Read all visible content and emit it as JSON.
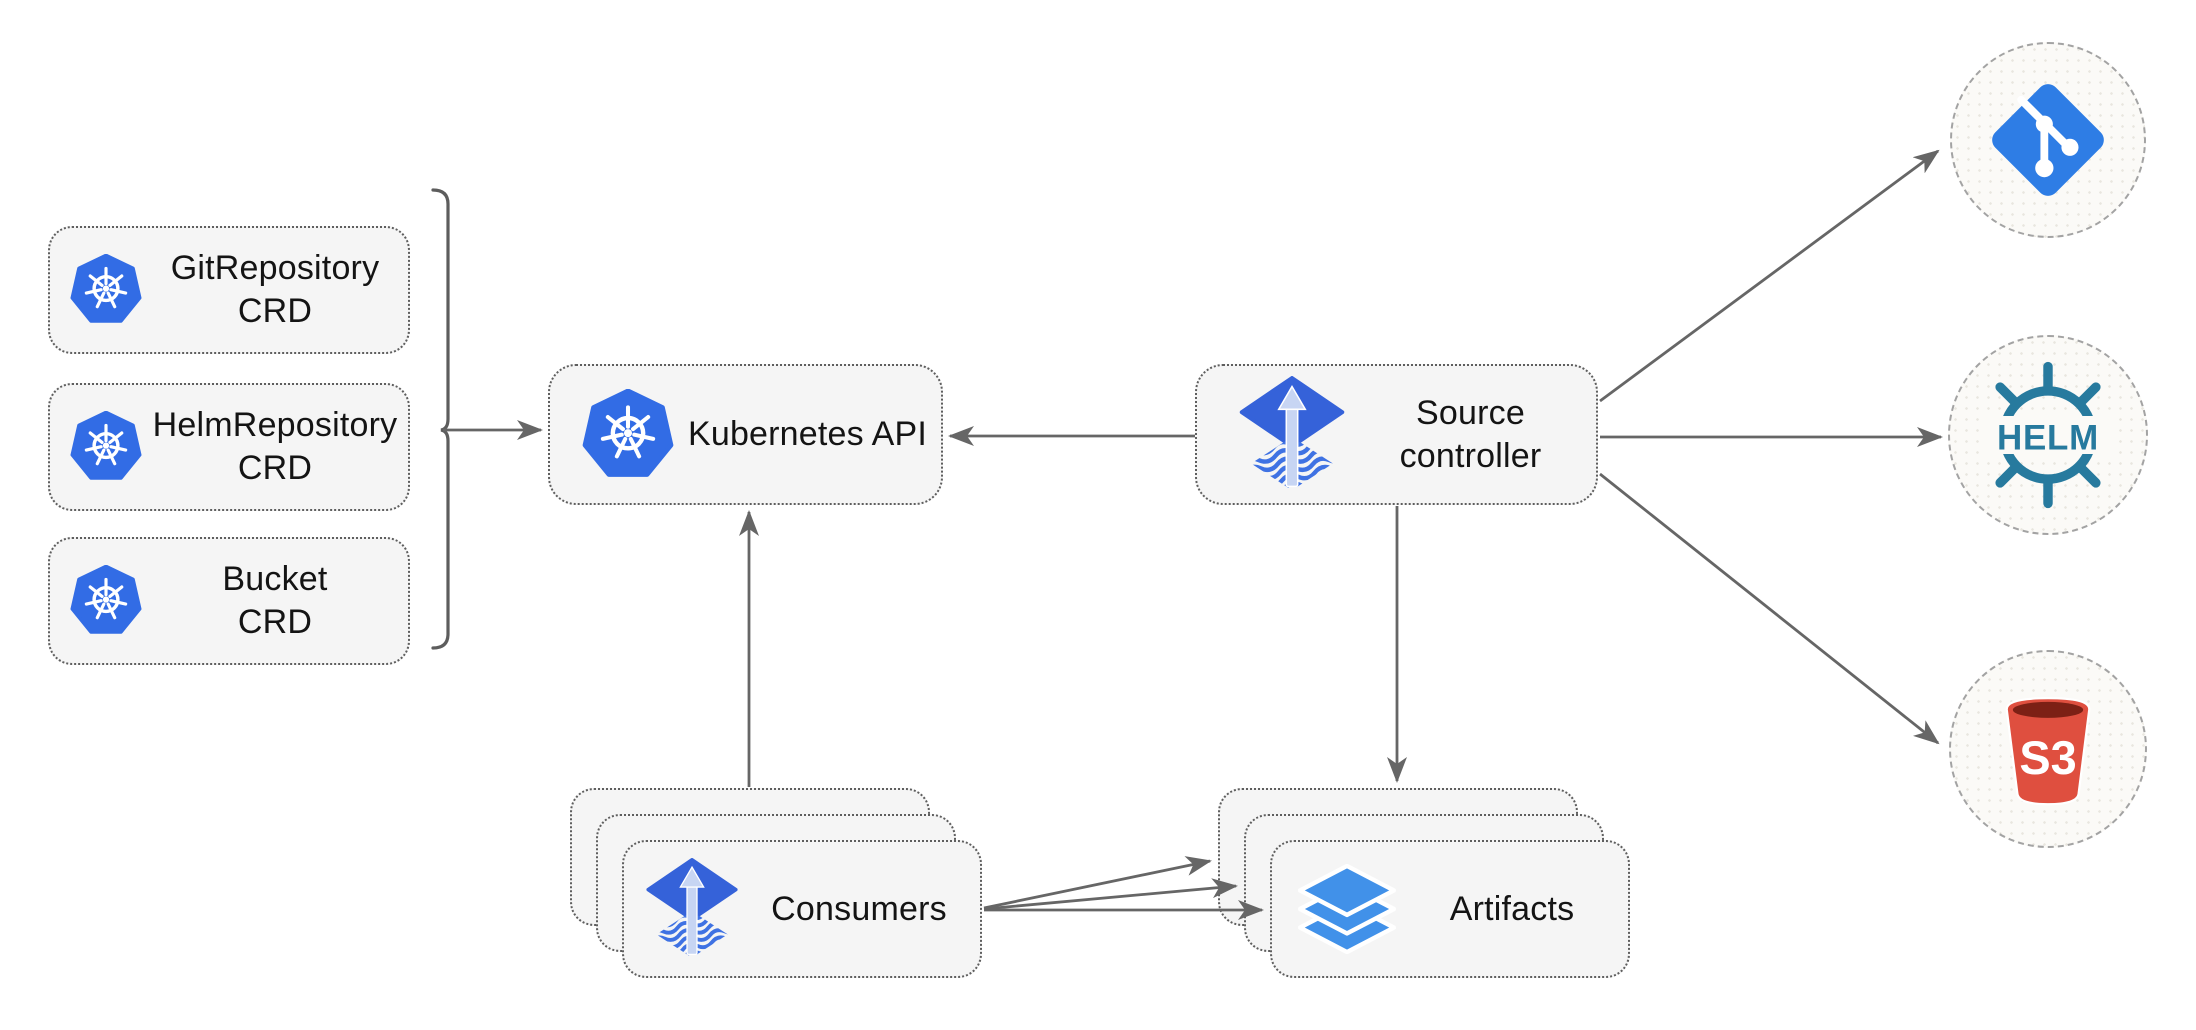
{
  "colors": {
    "background": "#ffffff",
    "node_fill": "#f5f5f5",
    "node_border": "#5e5e5e",
    "provider_fill": "#fbfaf7",
    "provider_border": "#a3a3a3",
    "arrow": "#666666",
    "text": "#141414",
    "kubernetes_blue": "#326ce5",
    "flux_blue": "#3562d9",
    "flux_arrow_light": "#c7d5f3",
    "layers_blue": "#4191e9",
    "git_blue": "#2e7de5",
    "helm_teal": "#277a9e",
    "s3_red": "#df4f3f",
    "s3_opening_dark": "#7c2015"
  },
  "nodes": {
    "crds": [
      {
        "line1": "GitRepository",
        "line2": "CRD",
        "icon": "kubernetes-icon"
      },
      {
        "line1": "HelmRepository",
        "line2": "CRD",
        "icon": "kubernetes-icon"
      },
      {
        "line1": "Bucket",
        "line2": "CRD",
        "icon": "kubernetes-icon"
      }
    ],
    "kubernetes_api": {
      "label": "Kubernetes API",
      "icon": "kubernetes-icon"
    },
    "source_controller": {
      "line1": "Source",
      "line2": "controller",
      "icon": "flux-icon"
    },
    "consumers": {
      "label": "Consumers",
      "icon": "flux-icon",
      "stack_count": 3
    },
    "artifacts": {
      "label": "Artifacts",
      "icon": "layers-icon",
      "stack_count": 3
    },
    "git": {
      "icon": "git-icon"
    },
    "helm": {
      "label": "HELM",
      "icon": "helm-icon"
    },
    "s3": {
      "label": "S3",
      "icon": "s3-bucket-icon"
    }
  },
  "edges": [
    {
      "from": "crd-bracket",
      "to": "kubernetes-api",
      "style": "arrow"
    },
    {
      "from": "source-controller",
      "to": "kubernetes-api",
      "style": "arrow"
    },
    {
      "from": "consumers",
      "to": "kubernetes-api",
      "style": "arrow"
    },
    {
      "from": "source-controller",
      "to": "artifacts",
      "style": "arrow"
    },
    {
      "from": "source-controller",
      "to": "git",
      "style": "arrow"
    },
    {
      "from": "source-controller",
      "to": "helm",
      "style": "arrow"
    },
    {
      "from": "source-controller",
      "to": "s3",
      "style": "arrow"
    },
    {
      "from": "consumers",
      "to": "artifacts",
      "style": "arrow",
      "count": 3
    }
  ]
}
